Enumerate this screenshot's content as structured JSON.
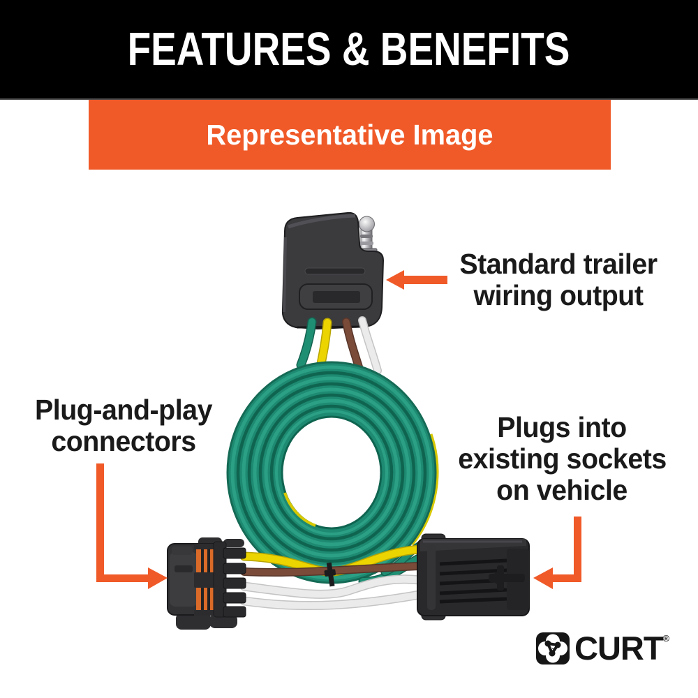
{
  "header": {
    "title": "FEATURES & BENEFITS"
  },
  "subheader": {
    "label": "Representative Image"
  },
  "callouts": {
    "standard_output": {
      "lines": [
        "Standard trailer",
        "wiring output"
      ]
    },
    "plug_and_play": {
      "lines": [
        "Plug-and-play",
        "connectors"
      ]
    },
    "plugs_into": {
      "lines": [
        "Plugs into",
        "existing sockets",
        "on vehicle"
      ]
    }
  },
  "logo": {
    "brand": "CURT",
    "registered_mark": "®",
    "icon": "curt-flower-icon"
  },
  "colors": {
    "accent": "#f05a28",
    "header-bg": "#000000",
    "header-text": "#ffffff",
    "wire-green": "#1f8f74",
    "wire-yellow": "#ecd400",
    "wire-brown": "#7a4b38",
    "wire-white": "#ebebeb",
    "connector-black": "#2e2e30",
    "seal-orange": "#d96a28"
  }
}
